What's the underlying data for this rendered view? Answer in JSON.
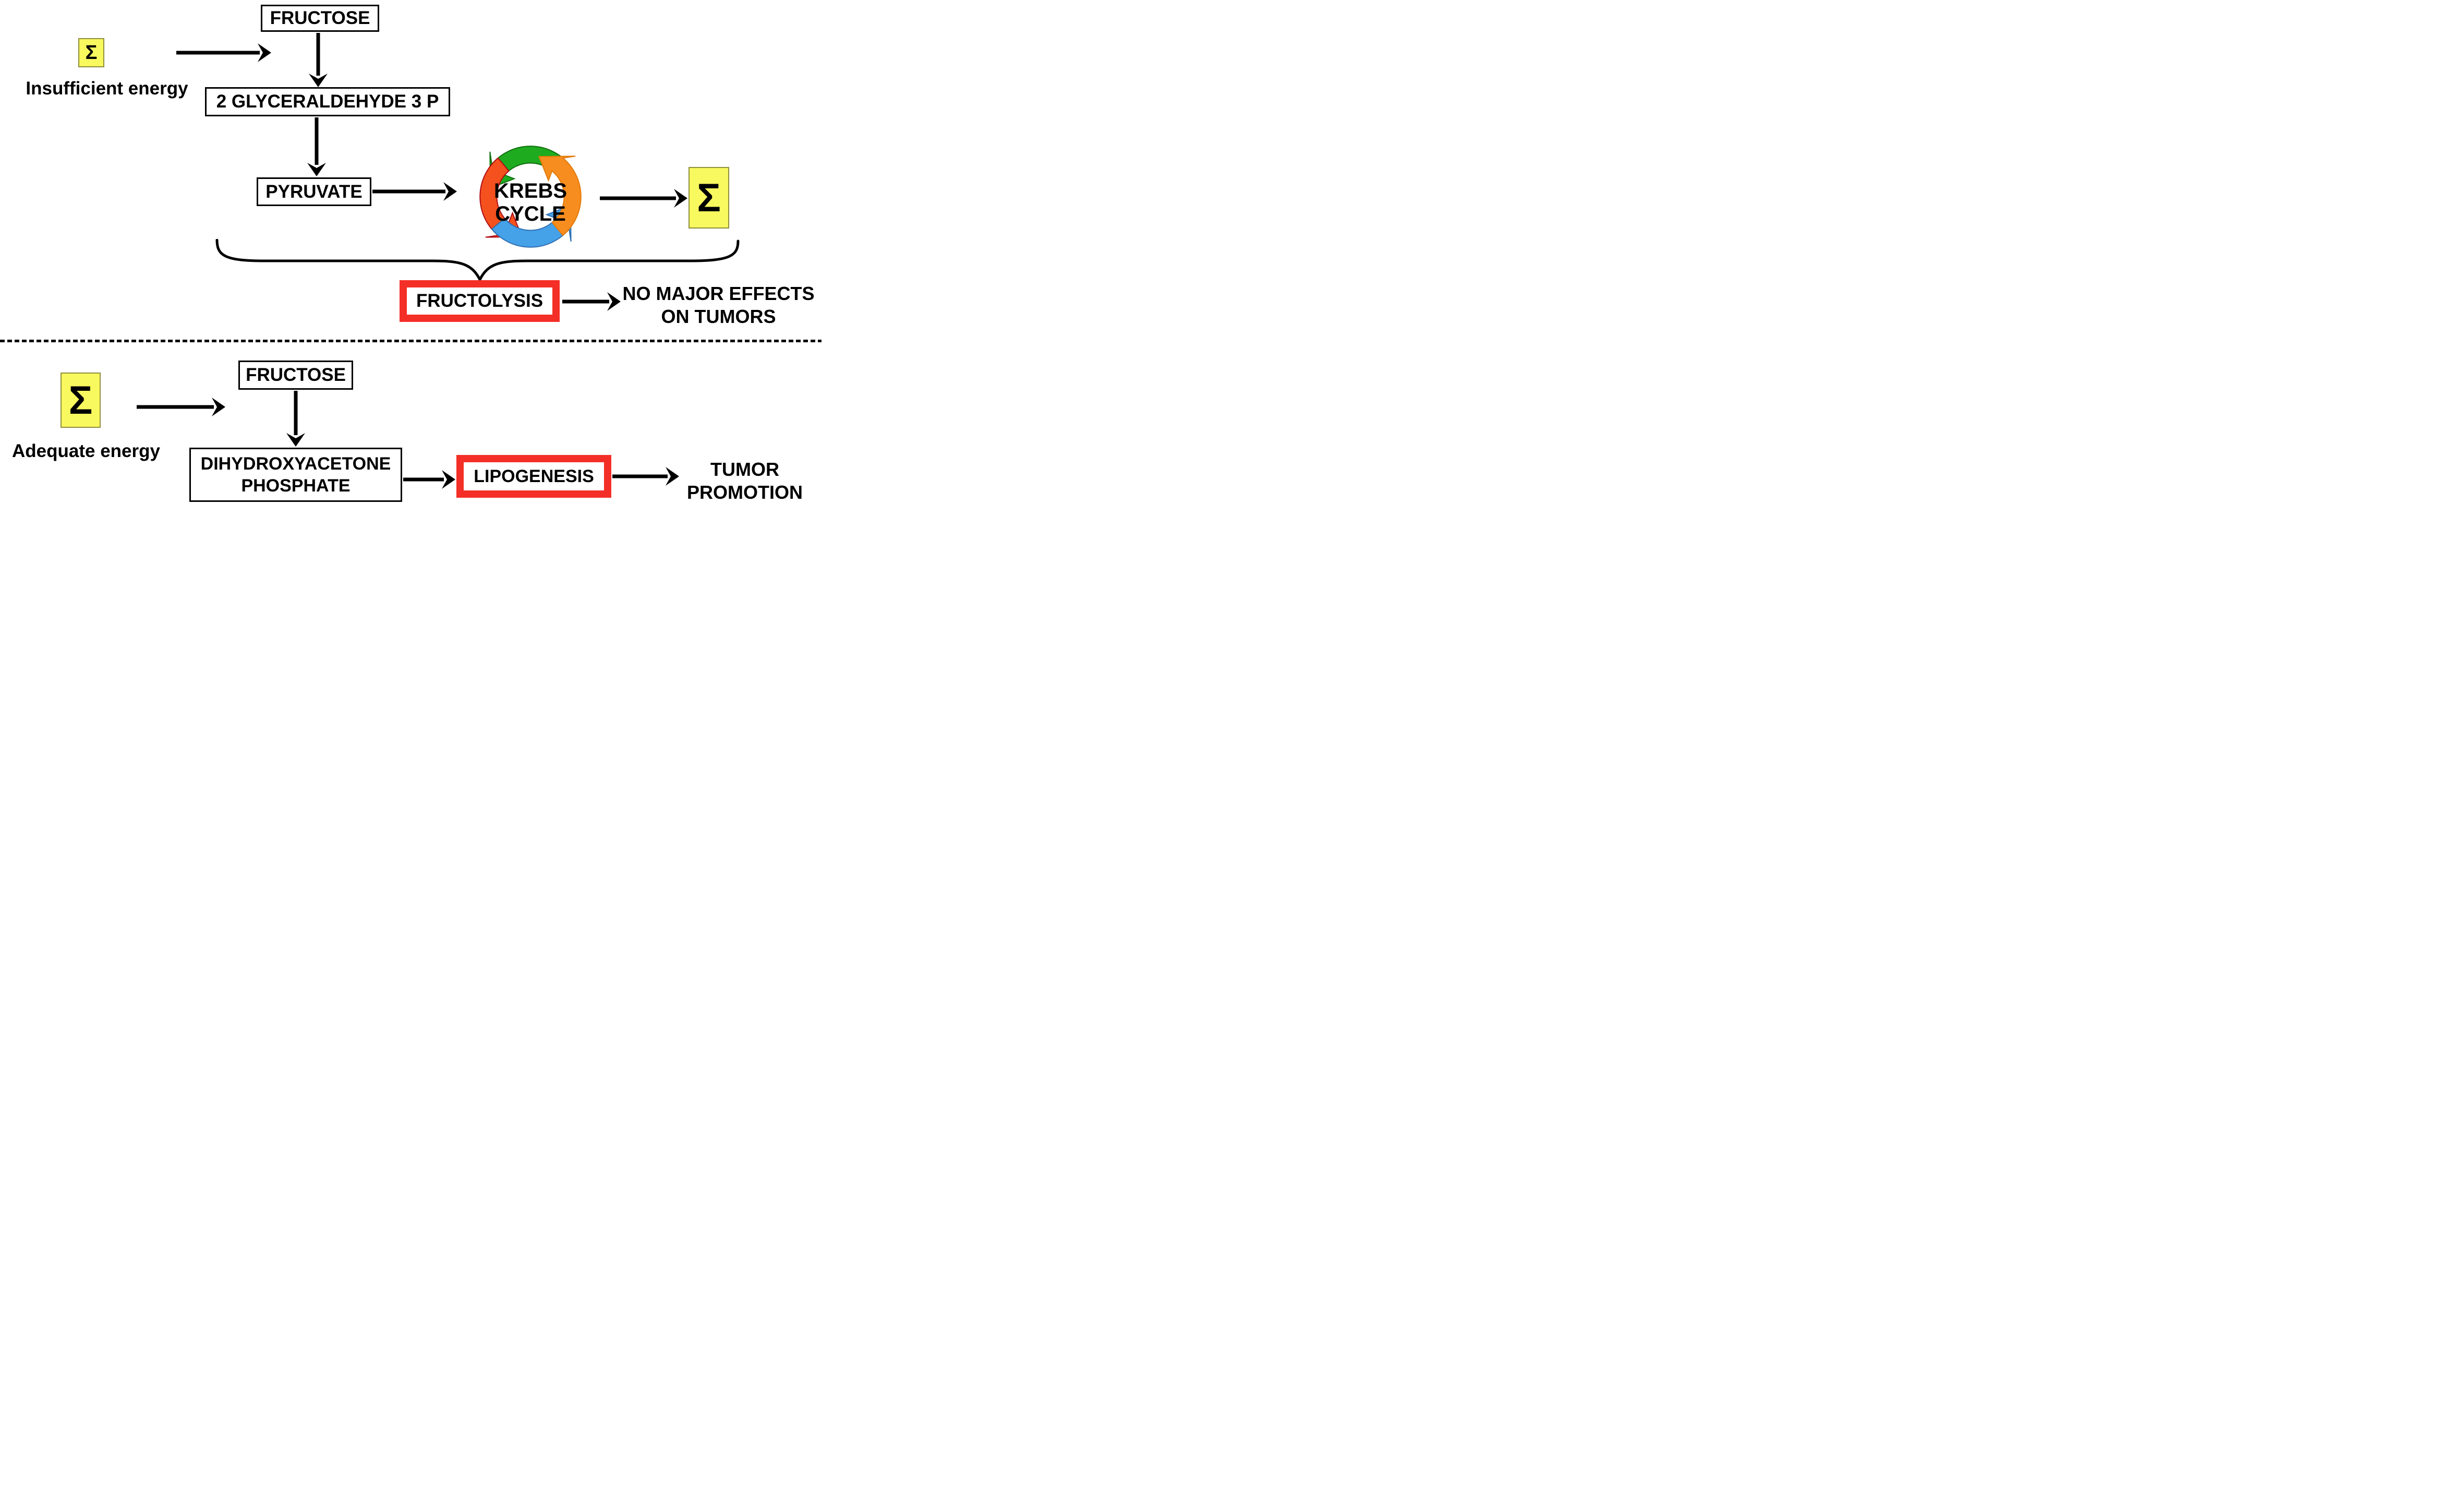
{
  "top": {
    "sigma_symbol": "Σ",
    "energy_label": "Insufficient energy",
    "fructose": "FRUCTOSE",
    "glyceraldehyde": "2 GLYCERALDEHYDE 3 P",
    "pyruvate": "PYRUVATE",
    "krebs_line1": "KREBS",
    "krebs_line2": "CYCLE",
    "sigma_output_symbol": "Σ",
    "process": "FRUCTOLYSIS",
    "outcome_line1": "NO MAJOR EFFECTS",
    "outcome_line2": "ON TUMORS"
  },
  "bottom": {
    "sigma_symbol": "Σ",
    "energy_label": "Adequate energy",
    "fructose": "FRUCTOSE",
    "dhap_line1": "DIHYDROXYACETONE",
    "dhap_line2": "PHOSPHATE",
    "process": "LIPOGENESIS",
    "outcome_line1": "TUMOR",
    "outcome_line2": "PROMOTION"
  },
  "colors": {
    "yellow": "#F8F85F",
    "yellow_border": "#8F8F3C",
    "red": "#F42F27",
    "ink": "#000000",
    "kgreen": "#1FAB1F",
    "kgreen_e": "#0E6F0E",
    "kred": "#F4511E",
    "kred_e": "#AD0A14",
    "kblue": "#45A1E8",
    "kblue_e": "#2F6FB2",
    "korange": "#F78D1E",
    "korange_e": "#E27908"
  }
}
